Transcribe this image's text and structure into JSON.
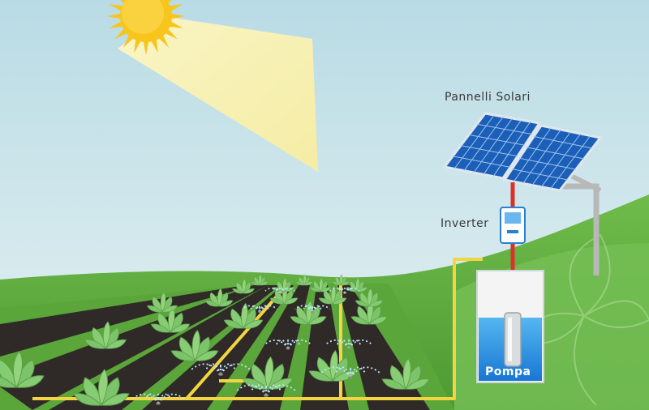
{
  "labels": {
    "solar_panels": "Pannelli Solari",
    "inverter": "Inverter",
    "pump": "Pompa"
  },
  "colors": {
    "sky_top": "#bcdde6",
    "sky_bottom": "#e4f1f2",
    "sun": "#f7c51c",
    "sun_beam": "#fbf3b4",
    "grass": "#5aa63a",
    "hill": "#7bbf52",
    "soil": "#2f2a28",
    "pipe_yellow": "#f2d542",
    "wire_red": "#d9322b",
    "panel_blue": "#1e67c2",
    "water": "#1e8fe0",
    "plant": "#7cc46a"
  },
  "icons": [
    "sun-icon",
    "solar-panel-icon",
    "inverter-icon",
    "pump-icon",
    "plant-icon",
    "sprinkler-icon"
  ]
}
